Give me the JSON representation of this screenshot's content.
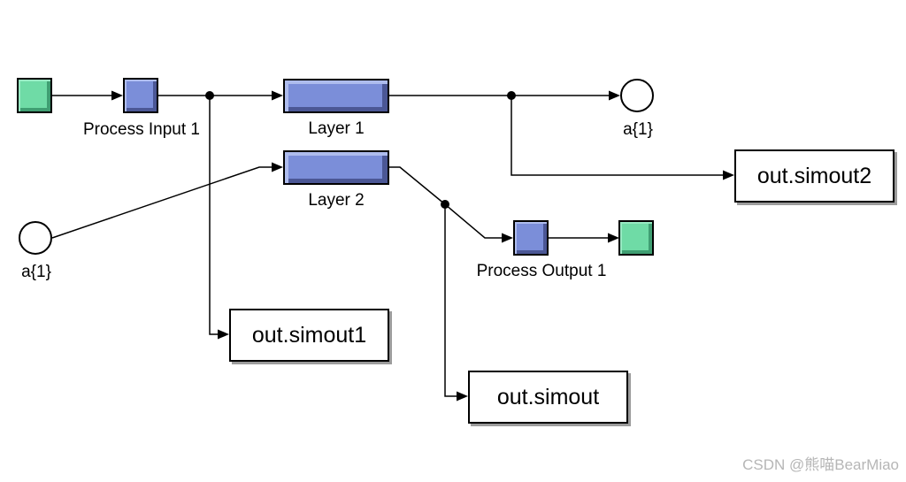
{
  "blocks": {
    "input_port_green": {
      "type": "input-port",
      "color": "#6fdba6"
    },
    "process_input_1": {
      "label": "Process Input 1",
      "color": "#7b8ed9"
    },
    "layer_1": {
      "label": "Layer 1",
      "color": "#7b8ed9"
    },
    "layer_2": {
      "label": "Layer 2",
      "color": "#7b8ed9"
    },
    "a1_top": {
      "label": "a{1}"
    },
    "a1_left": {
      "label": "a{1}"
    },
    "process_output_1": {
      "label": "Process Output 1",
      "color": "#7b8ed9"
    },
    "output_port_green": {
      "type": "output-port",
      "color": "#6fdba6"
    },
    "to_workspace_simout2": {
      "label": "out.simout2"
    },
    "to_workspace_simout1": {
      "label": "out.simout1"
    },
    "to_workspace_simout": {
      "label": "out.simout"
    }
  },
  "wire_color": "#000000",
  "watermark": "CSDN @熊喵BearMiao"
}
